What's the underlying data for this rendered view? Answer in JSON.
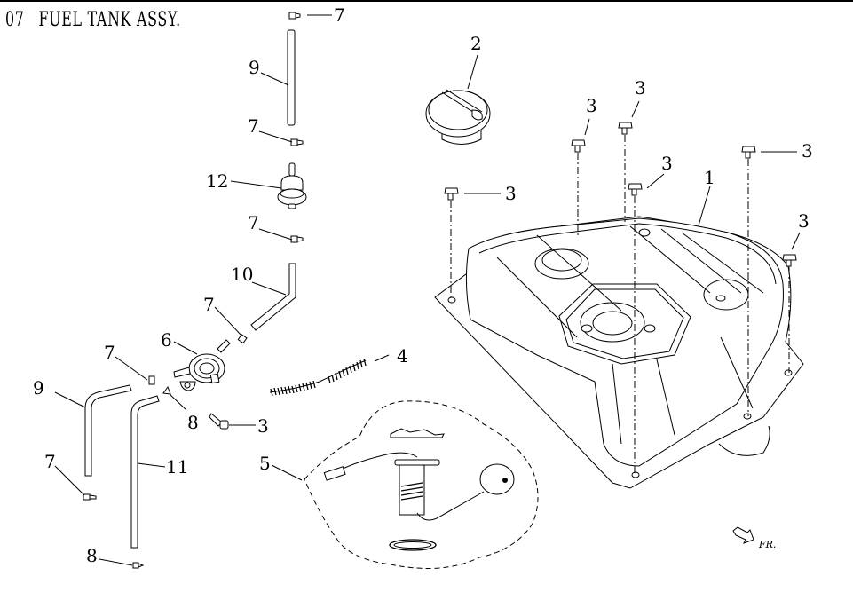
{
  "header": {
    "section_number": "07",
    "title": "FUEL TANK ASSY."
  },
  "direction_indicator": {
    "label": "FR.",
    "icon": "arrow-front-icon"
  },
  "parts": [
    {
      "ref": "1",
      "name": "fuel-tank"
    },
    {
      "ref": "2",
      "name": "fuel-cap"
    },
    {
      "ref": "3",
      "name": "flange-bolt"
    },
    {
      "ref": "4",
      "name": "spring-hose-guard"
    },
    {
      "ref": "5",
      "name": "fuel-sender-unit"
    },
    {
      "ref": "6",
      "name": "fuel-cock-vacuum"
    },
    {
      "ref": "7",
      "name": "hose-clip"
    },
    {
      "ref": "8",
      "name": "hose-clip-small"
    },
    {
      "ref": "9",
      "name": "fuel-hose"
    },
    {
      "ref": "10",
      "name": "fuel-hose-bent"
    },
    {
      "ref": "11",
      "name": "vacuum-hose"
    },
    {
      "ref": "12",
      "name": "fuel-filter"
    }
  ],
  "callouts": {
    "c1": "1",
    "c2": "2",
    "c3a": "3",
    "c3b": "3",
    "c3c": "3",
    "c3d": "3",
    "c3e": "3",
    "c3f": "3",
    "c3g": "3",
    "c4": "4",
    "c5": "5",
    "c6": "6",
    "c7a": "7",
    "c7b": "7",
    "c7c": "7",
    "c7d": "7",
    "c7e": "7",
    "c7f": "7",
    "c8a": "8",
    "c8b": "8",
    "c9a": "9",
    "c9b": "9",
    "c10": "10",
    "c11": "11",
    "c12": "12"
  }
}
